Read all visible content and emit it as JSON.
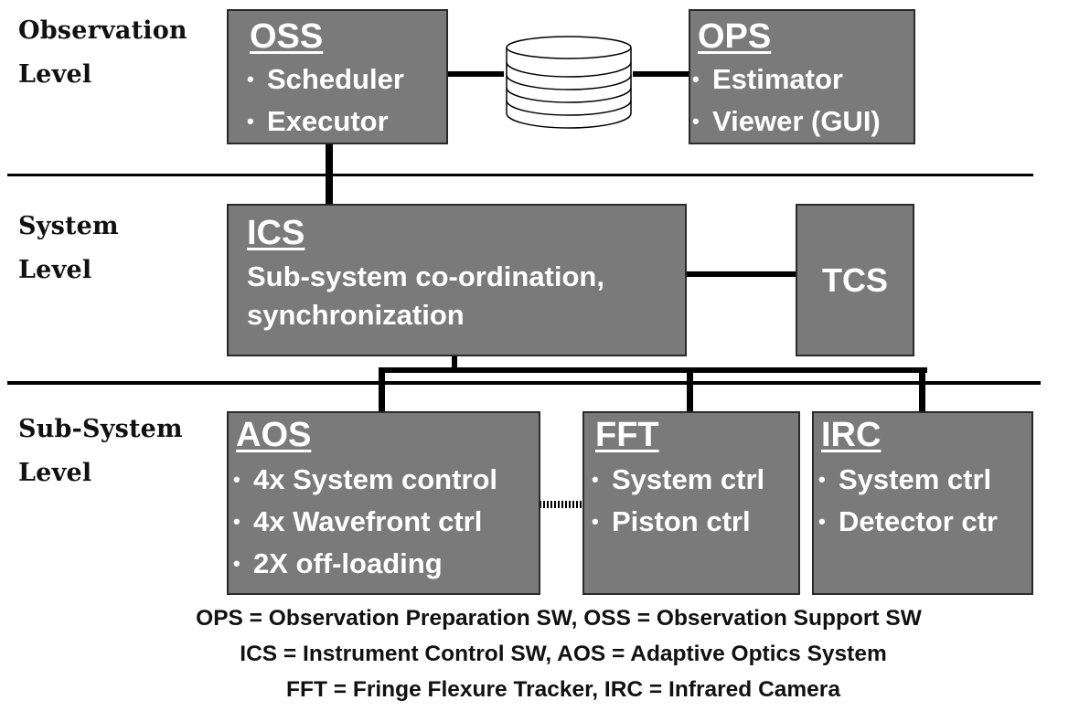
{
  "levels": {
    "observation": [
      "Observation",
      "Level"
    ],
    "system": [
      "System",
      "Level"
    ],
    "subsystem": [
      "Sub-System",
      "Level"
    ]
  },
  "boxes": {
    "oss": {
      "title": "OSS",
      "items": [
        "Scheduler",
        "Executor"
      ]
    },
    "ops": {
      "title": "OPS",
      "items": [
        "Estimator",
        "Viewer (GUI)"
      ]
    },
    "ics": {
      "title": "ICS",
      "lines": [
        "Sub-system co-ordination,",
        "synchronization"
      ]
    },
    "tcs": {
      "title": "TCS"
    },
    "aos": {
      "title": "AOS",
      "items": [
        "4x System control",
        "4x Wavefront ctrl",
        "2X off-loading"
      ]
    },
    "fft": {
      "title": "FFT",
      "items": [
        "System ctrl",
        "Piston ctrl"
      ]
    },
    "irc": {
      "title": "IRC",
      "items": [
        "System ctrl",
        "Detector ctr"
      ]
    }
  },
  "bullet": "•",
  "legend": [
    "OPS = Observation Preparation SW, OSS = Observation Support SW",
    "ICS = Instrument Control SW, AOS = Adaptive Optics System",
    "FFT = Fringe Flexure Tracker, IRC = Infrared Camera"
  ],
  "icons": {
    "database": "database-icon"
  },
  "colors": {
    "box_fill": "#7a7a7a",
    "box_border": "#2a2a2a",
    "line": "#000000",
    "text_on_box": "#ffffff"
  }
}
